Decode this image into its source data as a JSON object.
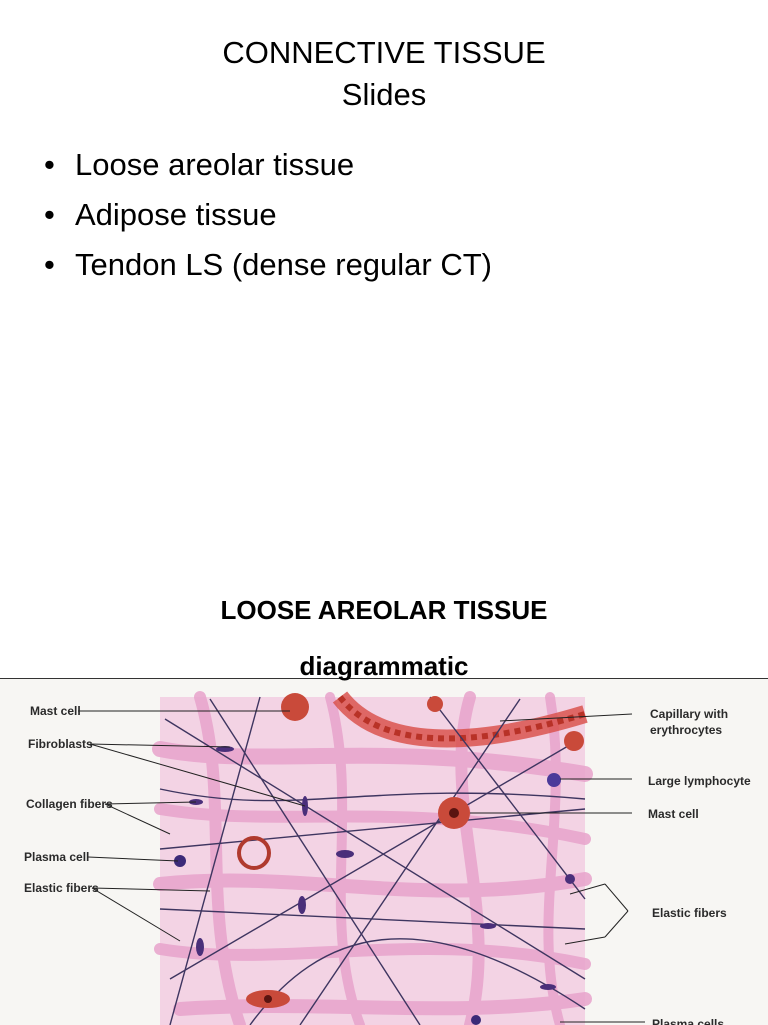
{
  "slide1": {
    "title_line1": "CONNECTIVE TISSUE",
    "title_line2": "Slides",
    "bullets": [
      "Loose areolar tissue",
      "Adipose tissue",
      "Tendon LS (dense regular CT)"
    ]
  },
  "slide2": {
    "title": "LOOSE AREOLAR TISSUE",
    "subtitle": "diagrammatic",
    "figure_labels": {
      "mast_cell_left": "Mast cell",
      "fibroblasts": "Fibroblasts",
      "collagen_fibers": "Collagen fibers",
      "plasma_cell": "Plasma cell",
      "elastic_fibers_left": "Elastic fibers",
      "capillary_line1": "Capillary with",
      "capillary_line2": "erythrocytes",
      "large_lymphocyte": "Large lymphocyte",
      "mast_cell_right": "Mast cell",
      "elastic_fibers_right": "Elastic fibers",
      "plasma_cells_right": "Plasma cells"
    }
  },
  "colors": {
    "collagen": "#e7a9d0",
    "background_tissue": "#f0c9df",
    "nuclei": "#3b2a78",
    "mast_cell": "#c0392b"
  }
}
